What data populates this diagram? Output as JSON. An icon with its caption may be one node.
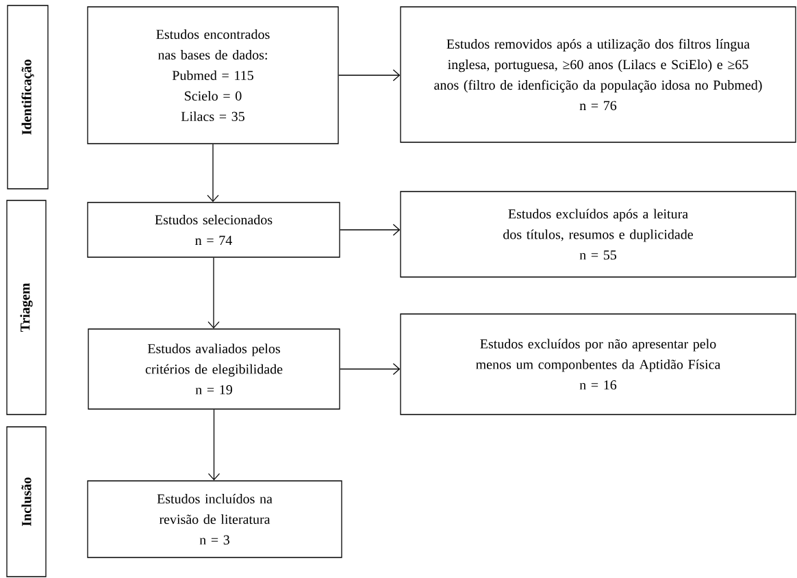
{
  "diagram": {
    "nodes": [
      {
        "text": [
          "Identificação"
        ]
      },
      {
        "text": [
          "Estudos encontrados nas bases de dados:",
          "Pubmed = 115",
          "Scielo = 0",
          "Lilacs = 35"
        ]
      },
      {
        "text": [
          "Estudos removidos após a utilização dos filtros língua inglesa, portuguesa, ≥60 anos (Lilacs e SciElo) e ≥65 anos (filtro de idenficição da população idosa no Pubmed)",
          "n = 76"
        ]
      },
      {
        "text": [
          "Triagem"
        ]
      },
      {
        "text": [
          "Estudos selecionados",
          "n = 74"
        ]
      },
      {
        "text": [
          "Estudos excluídos após a leitura dos títulos, resumos e duplicidade",
          "n = 55"
        ]
      },
      {
        "text": [
          "Estudos avaliados pelos critérios de elegibilidade",
          "n = 19"
        ]
      },
      {
        "text": [
          "Estudos excluídos por não apresentar pelo menos um componbentes da Aptidão Física",
          "n = 16"
        ]
      },
      {
        "text": [
          "Inclusão"
        ]
      },
      {
        "text": [
          "Estudos incluídos na revisão de literatura",
          "n = 3"
        ]
      }
    ],
    "edges": [
      {
        "from": 1,
        "to": 2,
        "arrow": "to"
      },
      {
        "from": 1,
        "to": 4,
        "arrow": "to"
      },
      {
        "from": 4,
        "to": 5,
        "arrow": "to"
      },
      {
        "from": 4,
        "to": 6,
        "arrow": "to"
      },
      {
        "from": 6,
        "to": 7,
        "arrow": "to"
      },
      {
        "from": 6,
        "to": 9,
        "arrow": "to"
      }
    ]
  }
}
